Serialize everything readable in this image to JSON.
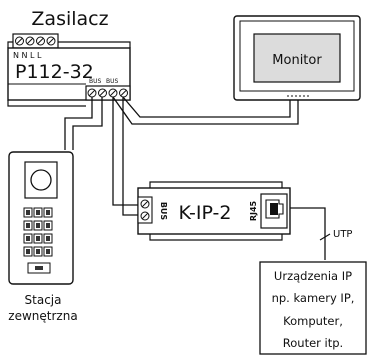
{
  "power_supply": {
    "title": "Zasilacz",
    "terminal_labels": "N N L L",
    "model": "P112-32",
    "bus_label_1": "BUS",
    "bus_label_2": "BUS"
  },
  "monitor": {
    "label": "Monitor"
  },
  "station": {
    "label_line1": "Stacja",
    "label_line2": "zewnętrzna"
  },
  "module": {
    "bus_label": "BUS",
    "name": "K-IP-2",
    "port_label": "RJ45"
  },
  "cable": {
    "label": "UTP"
  },
  "devices": {
    "lines": [
      "Urządzenia IP",
      "np. kamery IP,",
      "Komputer,",
      "Router itp."
    ]
  }
}
